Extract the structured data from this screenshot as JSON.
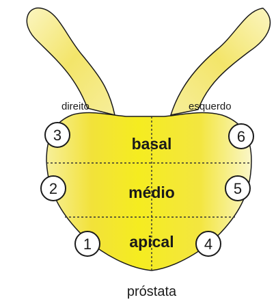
{
  "labels": {
    "right": "direito",
    "left": "esquerdo",
    "caption": "próstata"
  },
  "zones": {
    "basal": "basal",
    "medio": "médio",
    "apical": "apical"
  },
  "markers": [
    "1",
    "2",
    "3",
    "4",
    "5",
    "6"
  ],
  "colors": {
    "gland_fill": "#f4e640",
    "gland_highlight": "#ffff66",
    "vesicle_fill": "#f8f0a0",
    "outline": "#1a1a1a"
  }
}
